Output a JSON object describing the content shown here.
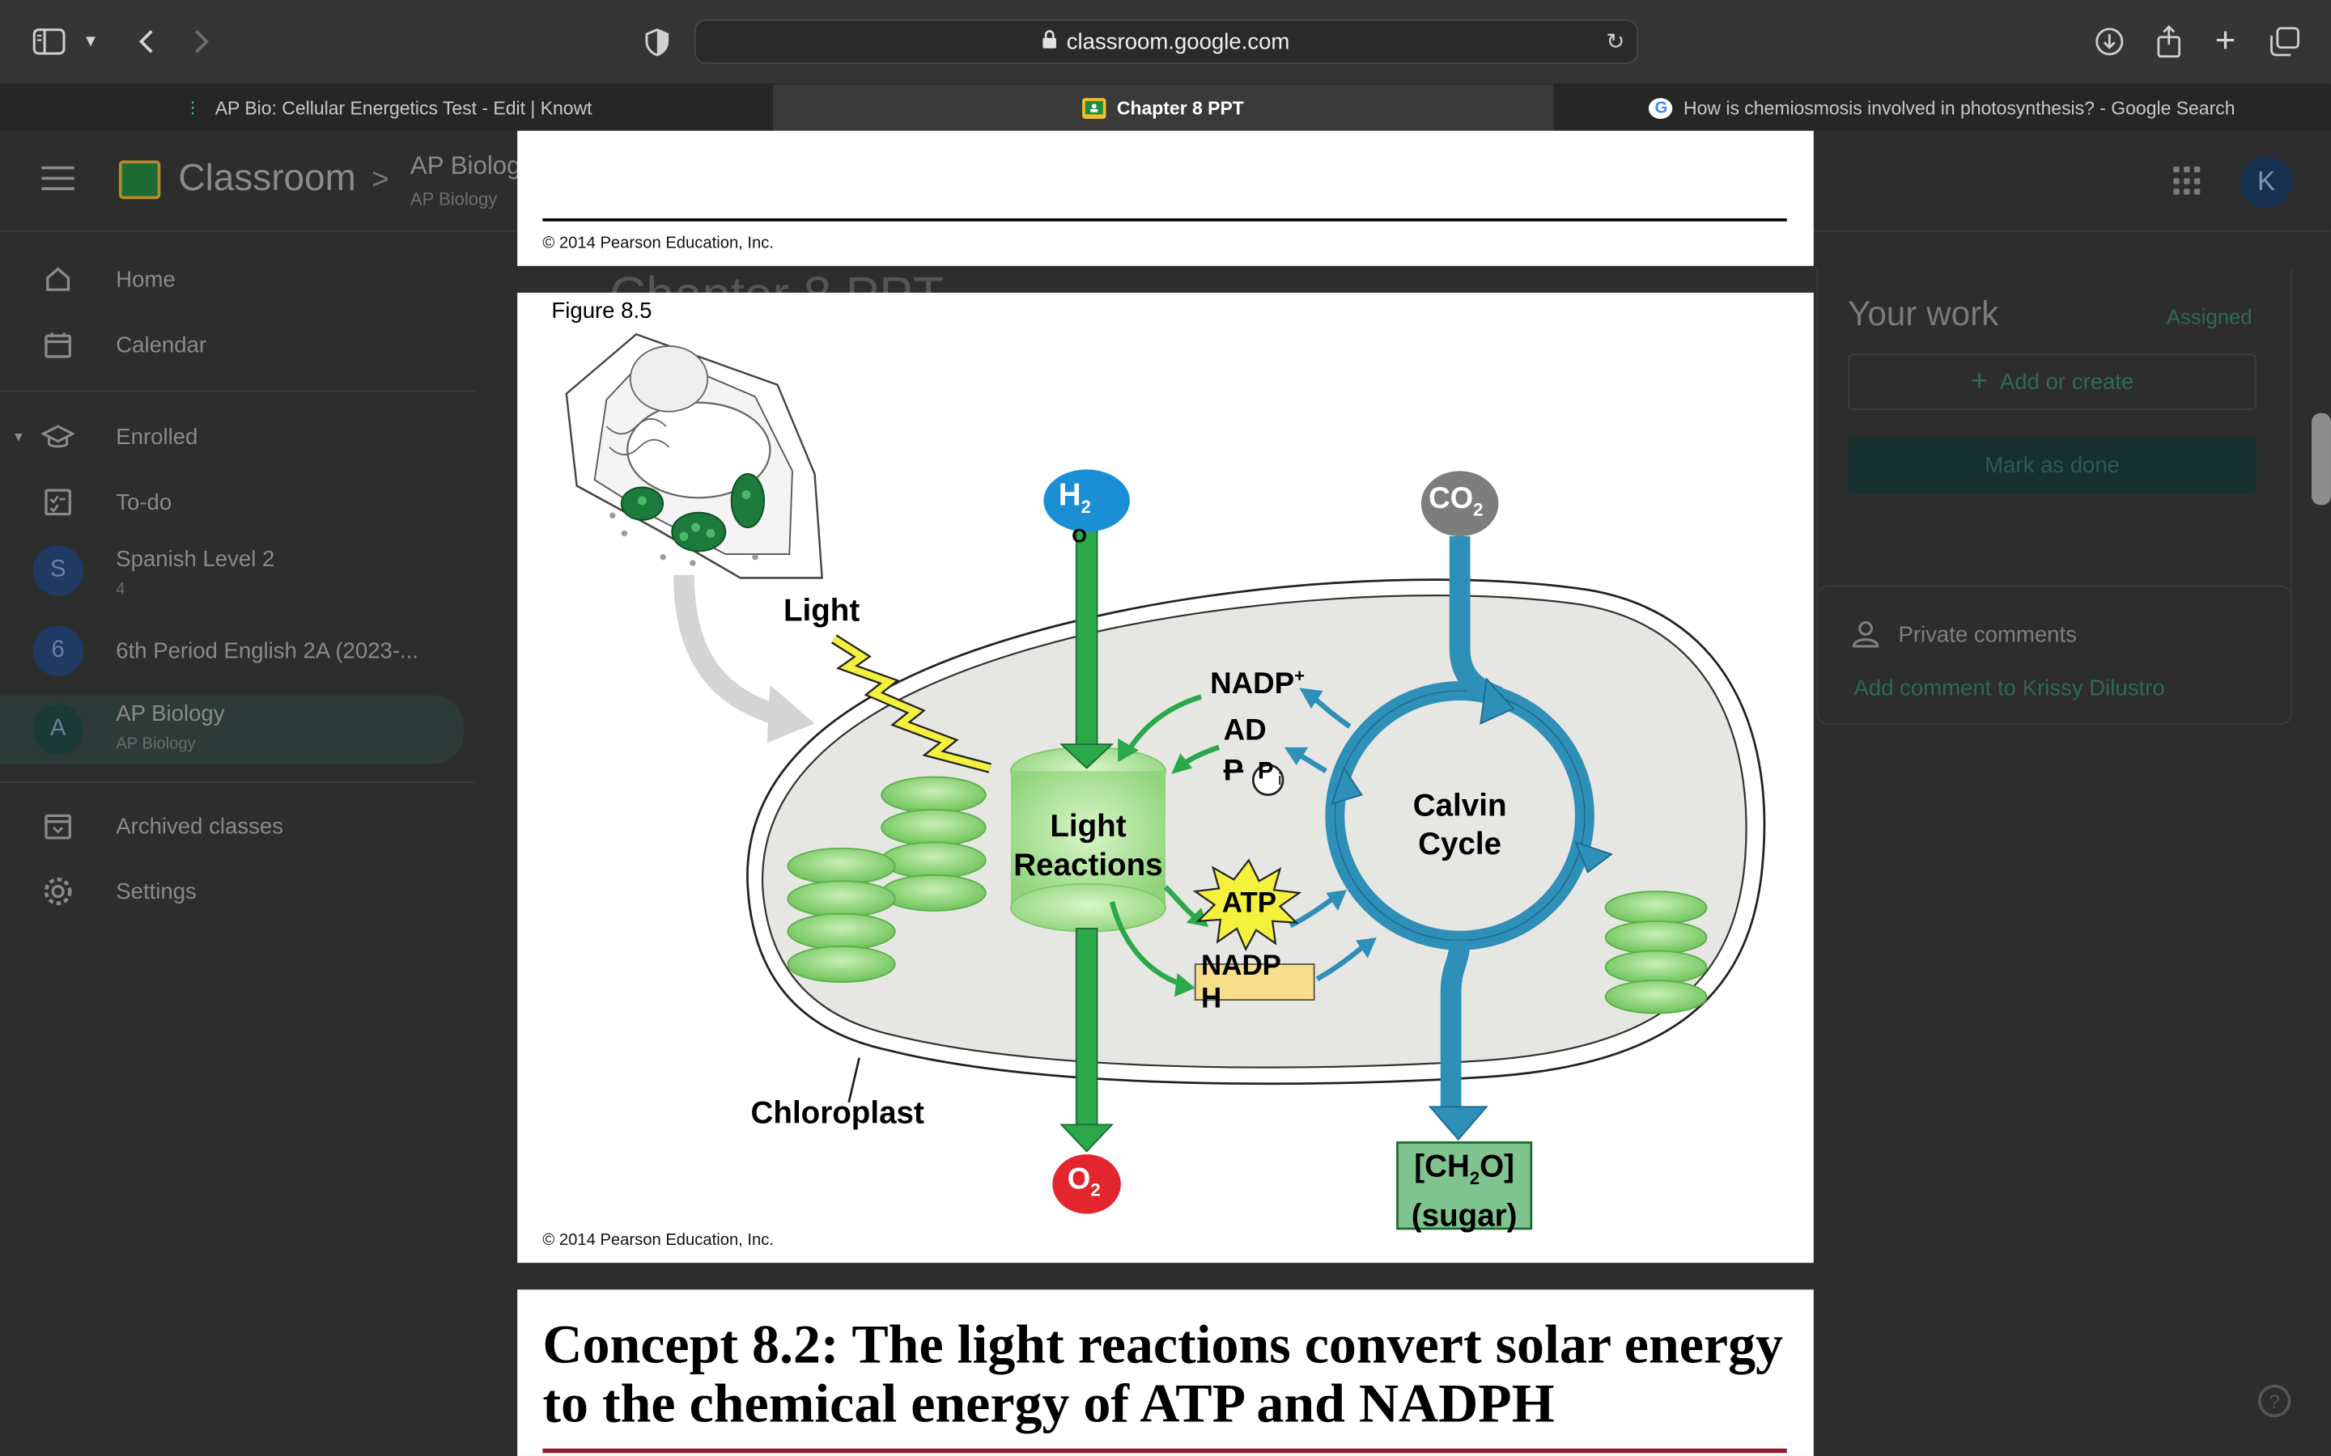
{
  "browser": {
    "url": "classroom.google.com",
    "tabs": [
      {
        "title": "AP Bio: Cellular Energetics Test - Edit | Knowt",
        "active": false
      },
      {
        "title": "Chapter 8 PPT",
        "active": true
      },
      {
        "title": "How is chemiosmosis involved in photosynthesis? - Google Search",
        "active": false
      }
    ]
  },
  "classroom": {
    "app_name": "Classroom",
    "breadcrumb_sep": ">",
    "course_title": "AP Biolog",
    "course_subtitle": "AP Biology",
    "avatar_letter": "K",
    "background_heading": "Chapter 8 PPT",
    "sidebar": {
      "items": [
        {
          "label": "Home",
          "icon": "home-icon"
        },
        {
          "label": "Calendar",
          "icon": "calendar-icon"
        },
        {
          "label": "Enrolled",
          "icon": "graduation-cap-icon"
        },
        {
          "label": "To-do",
          "icon": "todo-icon"
        },
        {
          "label": "Spanish Level 2",
          "sub": "4",
          "avatar": "S",
          "avatar_color": "#1f3b63"
        },
        {
          "label": "6th Period English 2A (2023-...",
          "avatar": "6",
          "avatar_color": "#1f3b63"
        },
        {
          "label": "AP Biology",
          "sub": "AP Biology",
          "avatar": "A",
          "avatar_color": "#1a3b35"
        },
        {
          "label": "Archived classes",
          "icon": "archive-icon"
        },
        {
          "label": "Settings",
          "icon": "gear-icon"
        }
      ]
    },
    "your_work": {
      "title": "Your work",
      "status": "Assigned",
      "add_label": "Add or create",
      "mark_done_label": "Mark as done"
    },
    "comments": {
      "title": "Private comments",
      "add_label": "Add comment to Krissy Dilustro"
    }
  },
  "slides": {
    "copyright": "© 2014 Pearson Education, Inc.",
    "figure": {
      "label": "Figure 8.5",
      "light": "Light",
      "h2o_main": "H",
      "h2o_sub": "2",
      "h2o_tail": "O",
      "co2_main": "CO",
      "co2_sub": "2",
      "nadp_plus": "NADP",
      "nadp_sup": "+",
      "adp_a": "AD",
      "adp_b": "P",
      "pi": "P",
      "pi_sub": "i",
      "light_reactions_1": "Light",
      "light_reactions_2": "Reactions",
      "calvin_1": "Calvin",
      "calvin_2": "Cycle",
      "atp": "ATP",
      "nadph_1": "NADP",
      "nadph_2": "H",
      "chloroplast": "Chloroplast",
      "o2_main": "O",
      "o2_sub": "2",
      "sugar_1": "[CH",
      "sugar_sub": "2",
      "sugar_1b": "O]",
      "sugar_2": "(sugar)",
      "colors": {
        "h2o": "#1a8fd6",
        "co2": "#7d7d7d",
        "o2": "#e3262e",
        "green_arrow": "#2aa84a",
        "blue_arrow": "#2e8fb8",
        "light_bolt": "#f4f13c",
        "nadph_box": "#f8de8a",
        "sugar_box": "#7fc48f",
        "stroma": "#e6e6e2"
      }
    },
    "concept_title": "Concept 8.2: The light reactions convert solar energy to the chemical energy of ATP and NADPH"
  }
}
